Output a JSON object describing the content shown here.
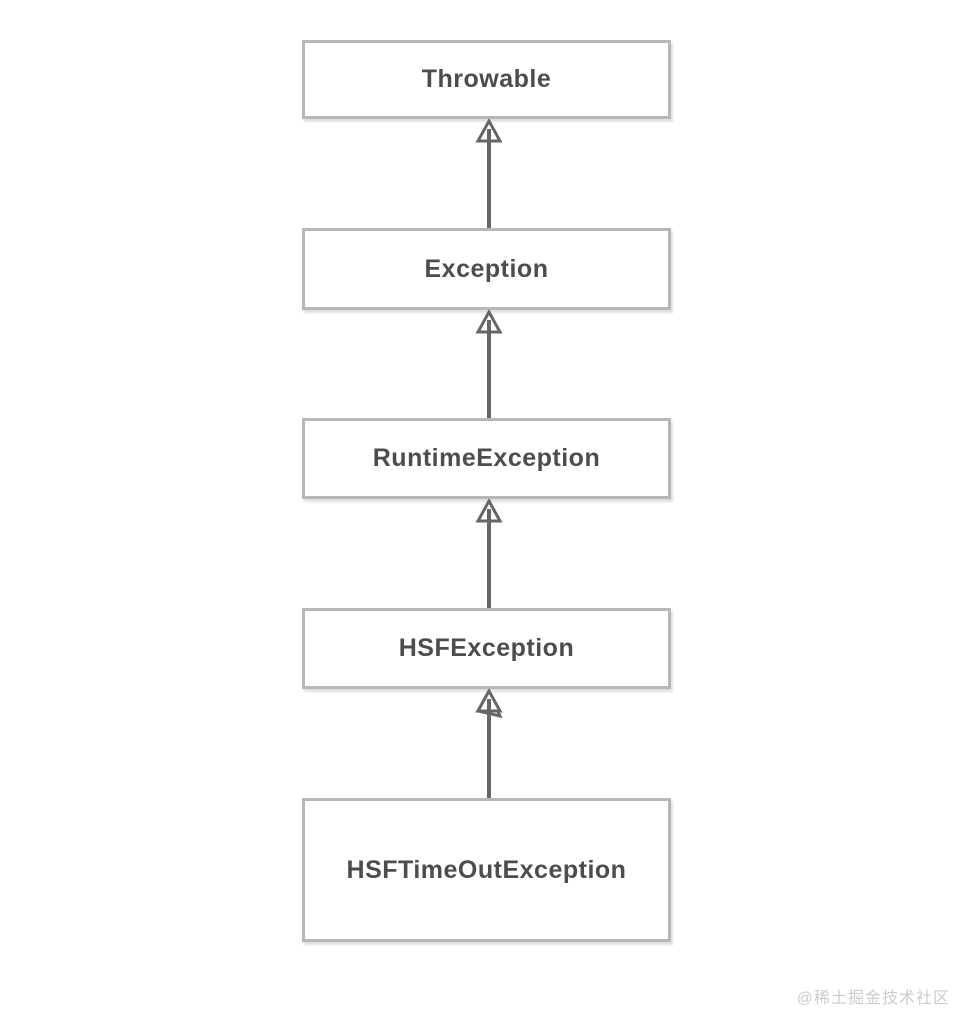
{
  "diagram": {
    "type": "class-inheritance-hierarchy",
    "arrow_style": "hollow-triangle-pointing-up",
    "nodes": [
      {
        "id": "throwable",
        "label": "Throwable"
      },
      {
        "id": "exception",
        "label": "Exception"
      },
      {
        "id": "runtime-exception",
        "label": "RuntimeException"
      },
      {
        "id": "hsf-exception",
        "label": "HSFException"
      },
      {
        "id": "hsf-timeout-exception",
        "label": "HSFTimeOutException"
      }
    ],
    "edges": [
      {
        "from": "exception",
        "to": "throwable",
        "relation": "extends"
      },
      {
        "from": "runtime-exception",
        "to": "exception",
        "relation": "extends"
      },
      {
        "from": "hsf-exception",
        "to": "runtime-exception",
        "relation": "extends"
      },
      {
        "from": "hsf-timeout-exception",
        "to": "hsf-exception",
        "relation": "extends"
      }
    ]
  },
  "watermark": {
    "text": "@稀土掘金技术社区"
  },
  "colors": {
    "background": "#ffffff",
    "box_fill": "#ffffff",
    "box_border": "#b7b7b7",
    "arrow": "#666666",
    "label_text": "#4d4d4d",
    "watermark_text": "#cccccc"
  }
}
